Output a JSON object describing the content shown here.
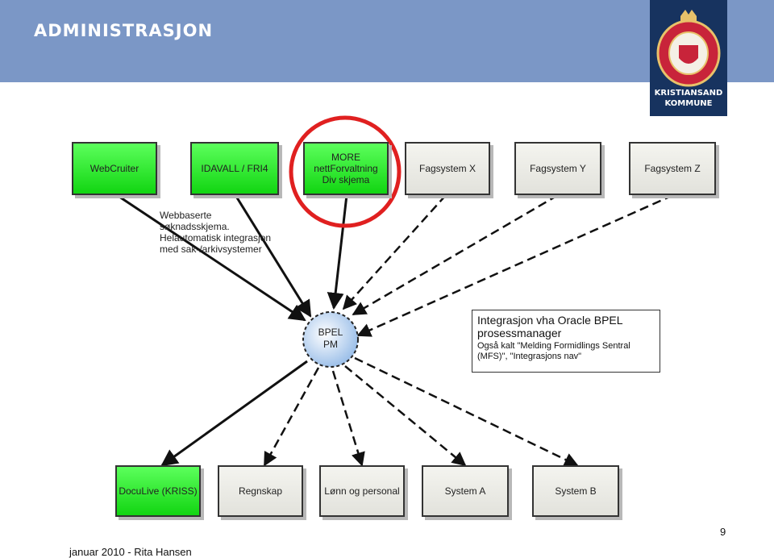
{
  "header": {
    "title": "ADMINISTRASJON"
  },
  "logo": {
    "line1": "KRISTIANSAND",
    "line2": "KOMMUNE"
  },
  "top_systems": [
    {
      "label": "WebCruiter",
      "color": "green"
    },
    {
      "label": "IDAVALL / FRI4",
      "color": "green"
    },
    {
      "label": "MORE\nnettForvaltning\nDiv skjema",
      "color": "green"
    },
    {
      "label": "Fagsystem X",
      "color": "grey"
    },
    {
      "label": "Fagsystem Y",
      "color": "grey"
    },
    {
      "label": "Fagsystem Z",
      "color": "grey"
    }
  ],
  "hub": {
    "label": "BPEL\nPM"
  },
  "bottom_systems": [
    {
      "label": "DocuLive (KRISS)",
      "color": "green"
    },
    {
      "label": "Regnskap",
      "color": "grey"
    },
    {
      "label": "Lønn og personal",
      "color": "grey"
    },
    {
      "label": "System A",
      "color": "grey"
    },
    {
      "label": "System B",
      "color": "grey"
    }
  ],
  "note": {
    "text": "Webbaserte\nsøknadsskjema.\nHelautomatisk integrasjon\nmed sak-/arkivsystemer"
  },
  "info_box": {
    "title": "Integrasjon vha Oracle BPEL\nprosessmanager",
    "subtitle": "Også kalt \"Melding Formidlings Sentral\n(MFS)\", \"Integrasjons nav\""
  },
  "footer": {
    "author": "januar 2010 - Rita Hansen",
    "page": "9"
  },
  "colors": {
    "header": "#7b97c6",
    "green": "#22e022",
    "highlight": "#e02020"
  }
}
